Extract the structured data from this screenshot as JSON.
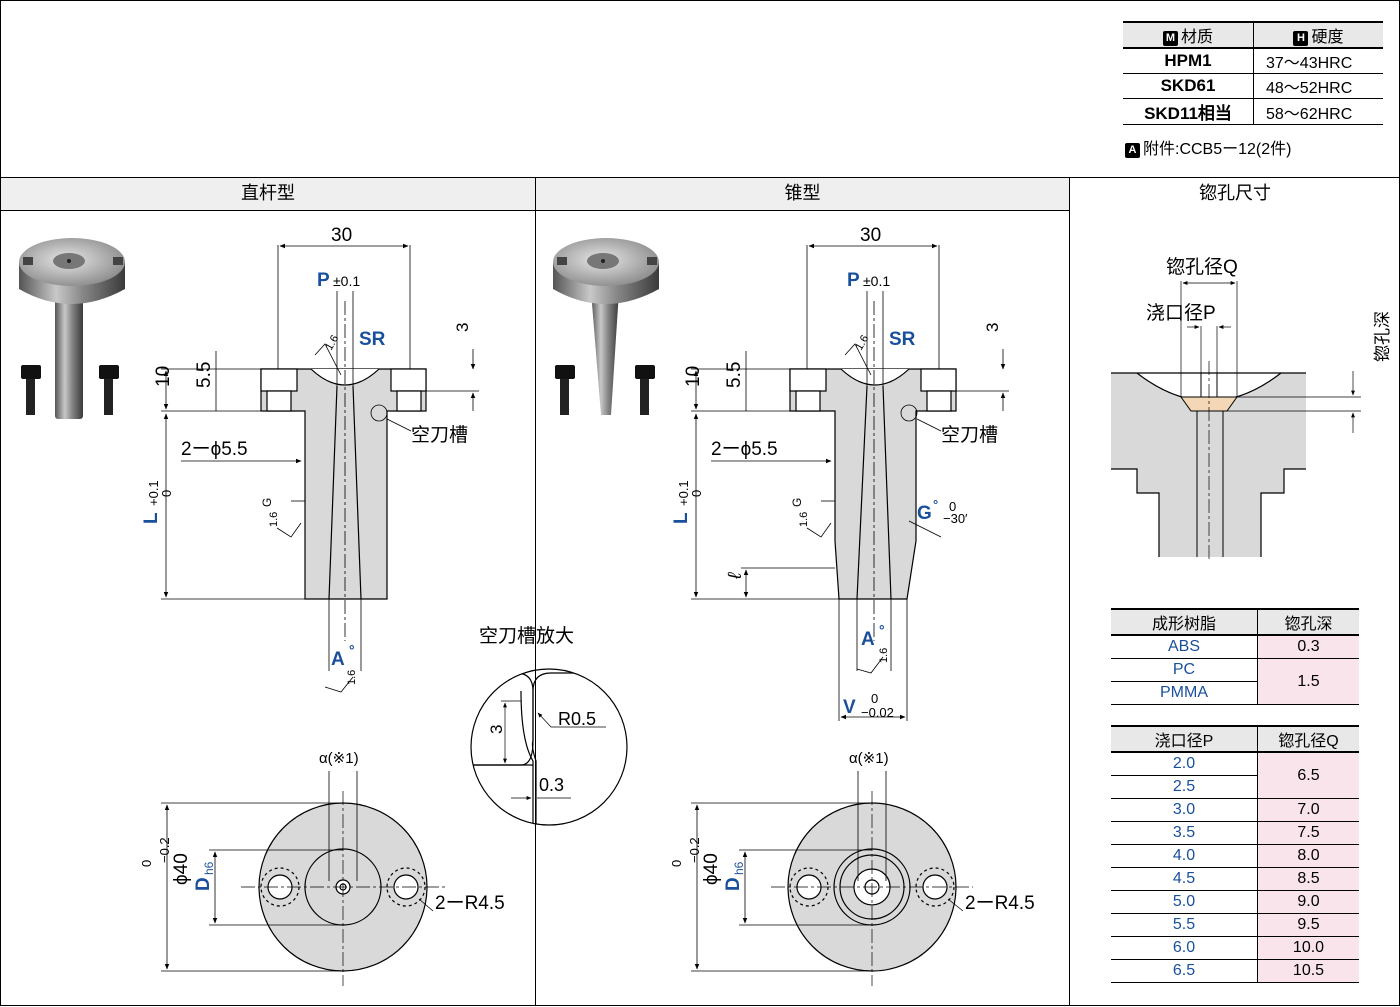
{
  "material_table": {
    "header": {
      "m_badge": "M",
      "material": "材质",
      "h_badge": "H",
      "hardness": "硬度"
    },
    "rows": [
      {
        "material": "HPM1",
        "hardness": "37～43HRC"
      },
      {
        "material": "SKD61",
        "hardness": "48～52HRC"
      },
      {
        "material": "SKD11相当",
        "hardness": "58～62HRC"
      }
    ],
    "accessory_badge": "A",
    "accessory": "附件:CCB5ー12(2件)"
  },
  "panels": {
    "straight": "直杆型",
    "taper": "锥型",
    "counterbore": "锪孔尺寸"
  },
  "labels": {
    "dim_30": "30",
    "p_tol": "P",
    "p_tol_val": "±0.1",
    "sr": "SR",
    "dim_3": "3",
    "dim_10": "10",
    "dim_55": "5.5",
    "holes": "2ーϕ5.5",
    "relief_groove": "空刀槽",
    "L": "L",
    "L_tol_plus": "+0.1",
    "L_tol_zero": "0",
    "G": "G",
    "rough_16": "1.6",
    "A": "A",
    "deg": "°",
    "relief_zoom": "空刀槽放大",
    "R05": "R0.5",
    "dim_03": "0.3",
    "alpha": "α(※1)",
    "phi40": "ϕ40",
    "phi40_tol_zero": "0",
    "phi40_tol_minus": "−0.2",
    "D": "D",
    "h6": "h6",
    "r45": "2ーR4.5",
    "G_taper": "G",
    "G_tol_zero": "0",
    "G_tol_minus": "−30′",
    "ell": "ℓ",
    "V": "V",
    "V_tol_zero": "0",
    "V_tol_minus": "−0.02",
    "countersink_dia": "锪孔径Q",
    "gate_dia": "浇口径P",
    "countersink_depth": "锪孔深"
  },
  "resin_table": {
    "headers": [
      "成形树脂",
      "锪孔深"
    ],
    "rows": [
      {
        "resin": "ABS",
        "depth": "0.3"
      },
      {
        "resin": "PC",
        "depth": "1.5"
      },
      {
        "resin": "PMMA",
        "depth": ""
      }
    ]
  },
  "gate_table": {
    "headers": [
      "浇口径P",
      "锪孔径Q"
    ],
    "rows": [
      {
        "p": "2.0",
        "q": "6.5"
      },
      {
        "p": "2.5",
        "q": ""
      },
      {
        "p": "3.0",
        "q": "7.0"
      },
      {
        "p": "3.5",
        "q": "7.5"
      },
      {
        "p": "4.0",
        "q": "8.0"
      },
      {
        "p": "4.5",
        "q": "8.5"
      },
      {
        "p": "5.0",
        "q": "9.0"
      },
      {
        "p": "5.5",
        "q": "9.5"
      },
      {
        "p": "6.0",
        "q": "10.0"
      },
      {
        "p": "6.5",
        "q": "10.5"
      }
    ]
  },
  "colors": {
    "blue": "#1a4f9c",
    "pink": "#f9e4ec",
    "part_gray": "#d9d9d9"
  }
}
